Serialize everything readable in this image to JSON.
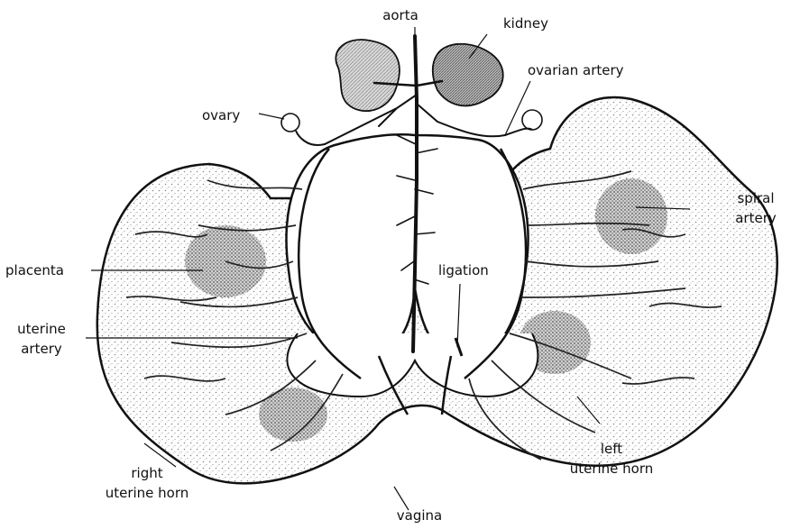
{
  "labels": {
    "aorta": "aorta",
    "kidney": "kidney",
    "ovarian_artery": "ovarian artery",
    "ovary": "ovary",
    "spiral_artery_1": "spiral",
    "spiral_artery_2": "artery",
    "placenta": "placenta",
    "ligation": "ligation",
    "uterine_artery_1": "uterine",
    "uterine_artery_2": "artery",
    "left_horn_1": "left",
    "left_horn_2": "uterine horn",
    "right_horn_1": "right",
    "right_horn_2": "uterine horn",
    "vagina": "vagina"
  },
  "colors": {
    "ink": "#111111",
    "stipple": "#9a9a9a",
    "placenta": "#5a5a5a"
  }
}
